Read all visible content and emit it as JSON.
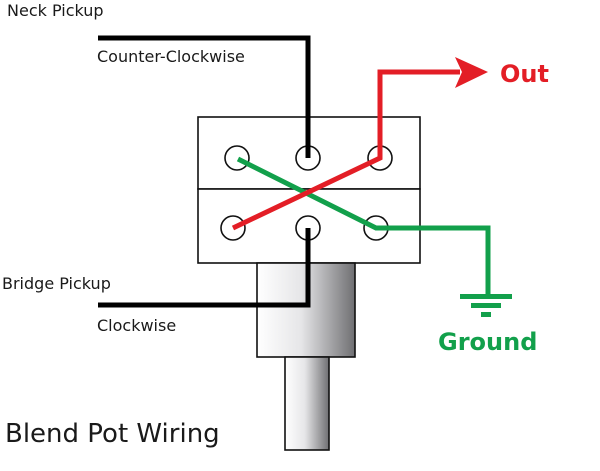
{
  "title": "Blend Pot Wiring",
  "labels": {
    "neck_pickup": "Neck Pickup",
    "neck_direction": "Counter-Clockwise",
    "bridge_pickup": "Bridge Pickup",
    "bridge_direction": "Clockwise",
    "out": "Out",
    "ground": "Ground"
  },
  "colors": {
    "out_wire": "#e31e26",
    "ground_wire": "#12a04b",
    "pickup_wire": "#000000",
    "outline": "#111111"
  },
  "icons": {
    "out_arrow": "arrow-right-icon",
    "ground_symbol": "ground-icon"
  },
  "components": {
    "pot": "dual-gang potentiometer",
    "lugs_per_row": 3,
    "rows": 2
  }
}
